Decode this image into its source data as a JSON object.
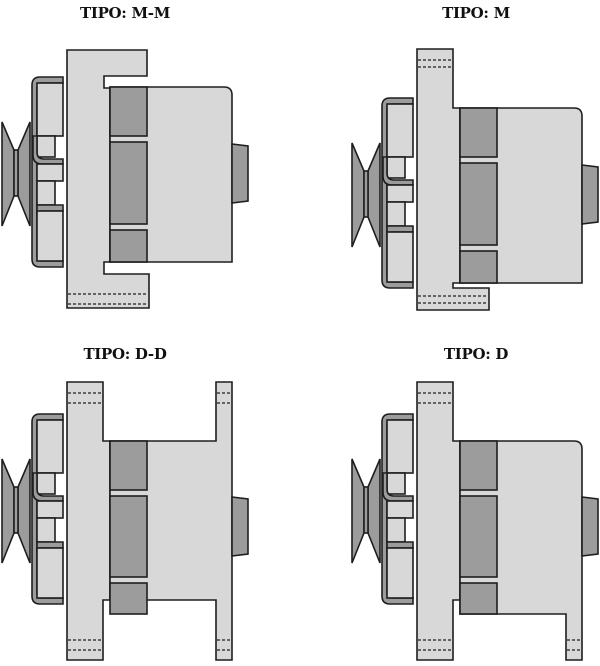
{
  "figure": {
    "panels": [
      {
        "id": "m-m",
        "title": "TIPO: M-M",
        "mount": "M-M"
      },
      {
        "id": "m",
        "title": "TIPO: M",
        "mount": "M"
      },
      {
        "id": "d-d",
        "title": "TIPO: D-D",
        "mount": "D-D"
      },
      {
        "id": "d",
        "title": "TIPO: D",
        "mount": "D"
      }
    ],
    "colors": {
      "light_fill": "#d8d8d8",
      "dark_fill": "#9c9c9c",
      "outline": "#1e1e1e",
      "background": "#ffffff"
    }
  }
}
